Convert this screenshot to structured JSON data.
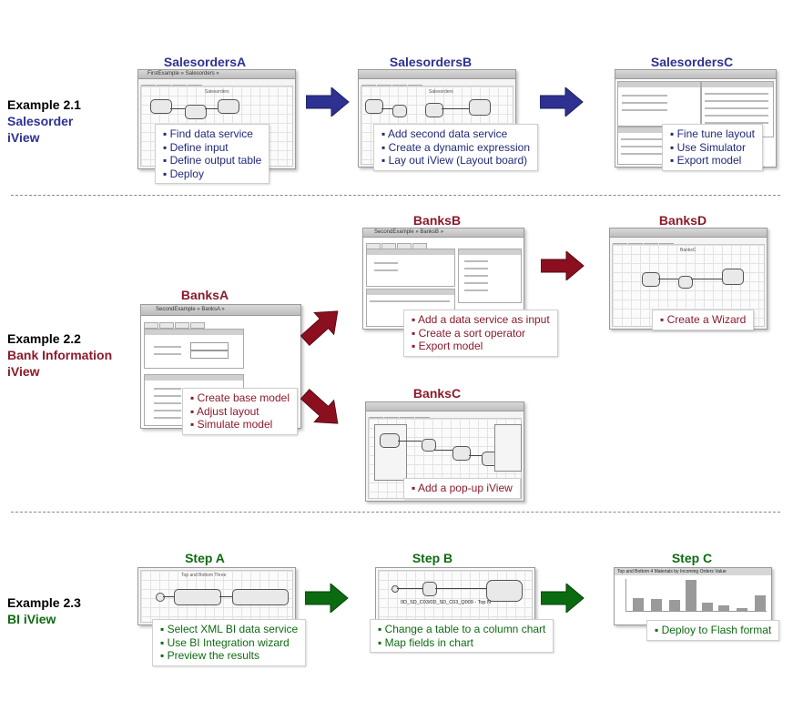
{
  "colors": {
    "blue": "#2e3192",
    "red": "#8b1a2b",
    "green": "#0e6b12",
    "arrow_blue": "#2e3192",
    "arrow_red": "#8b0f1f",
    "arrow_green": "#0b6b11"
  },
  "examples": [
    {
      "line1": "Example 2.1",
      "line2": "Salesorder",
      "line3": "iView"
    },
    {
      "line1": "Example 2.2",
      "line2": "Bank Information",
      "line3": "iView"
    },
    {
      "line1": "Example 2.3",
      "line2": "BI iView"
    }
  ],
  "ex1": {
    "a": {
      "title": "SalesordersA",
      "bar": "FirstExample » Salesorders »",
      "inner": "Salesorders",
      "items": [
        "Find data service",
        "Define input",
        "Define output table",
        "Deploy"
      ]
    },
    "b": {
      "title": "SalesordersB",
      "inner": "Salesorders",
      "items": [
        "Add second data service",
        "Create a dynamic expression",
        "Lay out iView (Layout board)"
      ]
    },
    "c": {
      "title": "SalesordersC",
      "items": [
        "Fine tune layout",
        "Use Simulator",
        "Export model"
      ]
    }
  },
  "ex2": {
    "a": {
      "title": "BanksA",
      "bar": "SecondExample » BanksA »",
      "items": [
        "Create base model",
        "Adjust layout",
        "Simulate model"
      ]
    },
    "b": {
      "title": "BanksB",
      "bar": "SecondExample » BanksB »",
      "items": [
        "Add a data service as input",
        "Create a sort operator",
        "Export model"
      ]
    },
    "c": {
      "title": "BanksC",
      "items": [
        "Add a pop-up iView"
      ]
    },
    "d": {
      "title": "BanksD",
      "inner": "BanksC",
      "items": [
        "Create a Wizard"
      ]
    }
  },
  "ex3": {
    "a": {
      "title": "Step A",
      "inner": "Top and Bottom Three",
      "items": [
        "Select XML BI data service",
        "Use BI Integration wizard",
        "Preview the results"
      ]
    },
    "b": {
      "title": "Step B",
      "inner": "0D_SD_C03/0D_SD_C03_Q009 - Top N",
      "items": [
        "Change a table to a column chart",
        "Map fields in chart"
      ]
    },
    "c": {
      "title": "Step C",
      "inner": "Top and Bottom 4 Materials by Incoming Orders Value",
      "items": [
        "Deploy to Flash format"
      ]
    }
  }
}
